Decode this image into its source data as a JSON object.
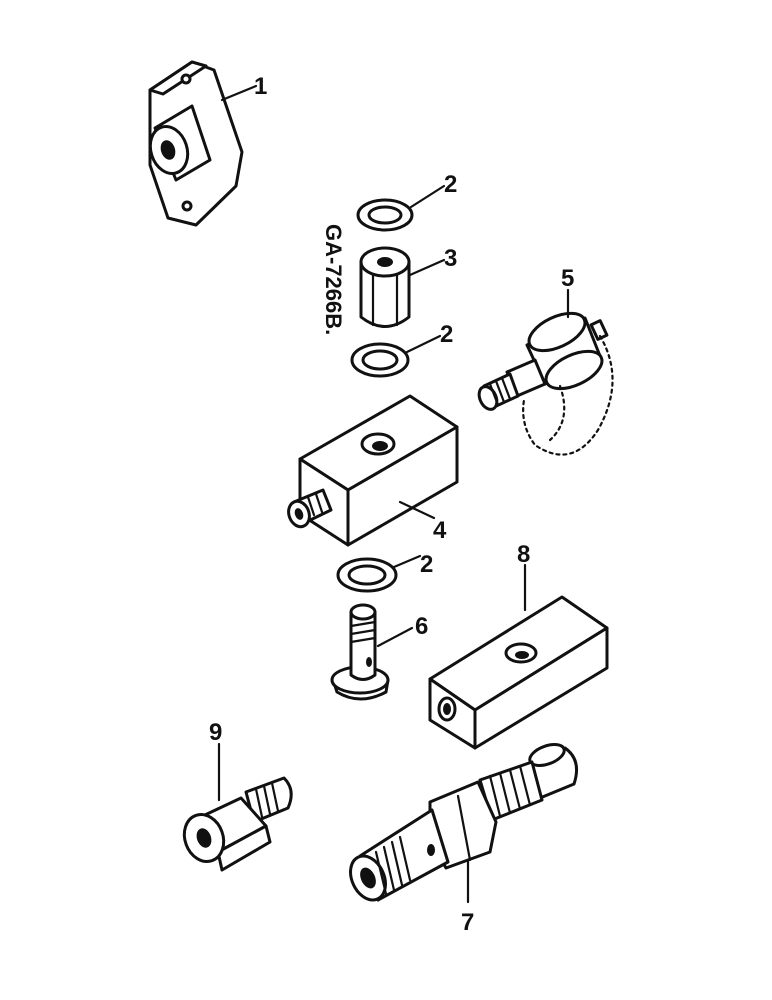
{
  "drawing_code": "GA-7266B.",
  "callouts": {
    "c1": "1",
    "c2a": "2",
    "c3": "3",
    "c2b": "2",
    "c5": "5",
    "c4": "4",
    "c2c": "2",
    "c8": "8",
    "c6": "6",
    "c9": "9",
    "c7": "7"
  }
}
